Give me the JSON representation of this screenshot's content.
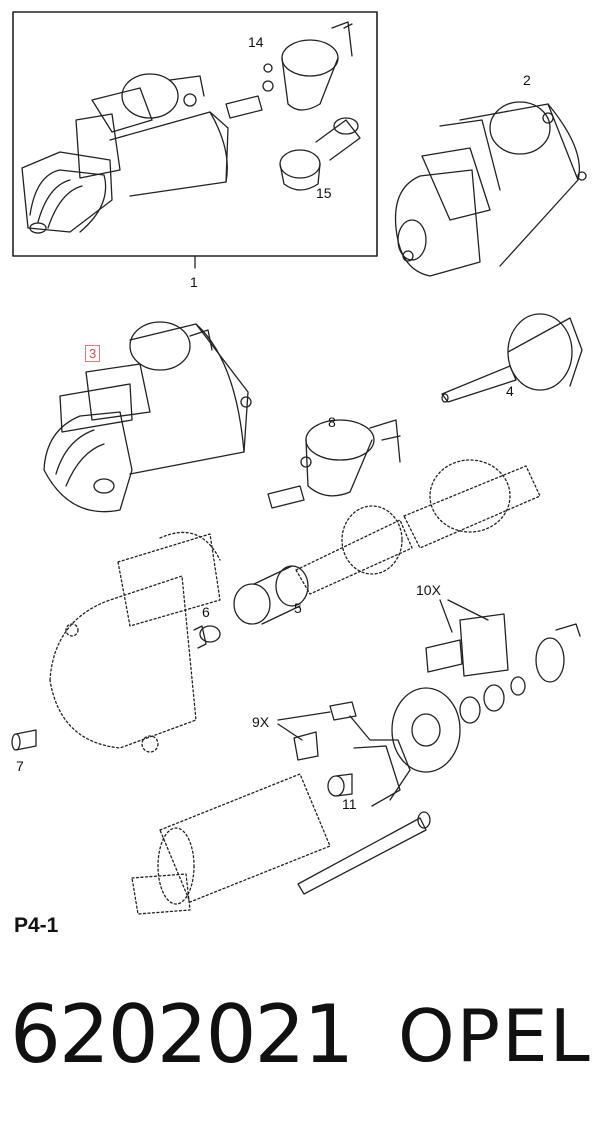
{
  "diagram": {
    "callouts": [
      "14",
      "2",
      "15",
      "1",
      "3",
      "4",
      "8",
      "6",
      "5",
      "10X",
      "7",
      "9X",
      "11"
    ],
    "highlighted_callout": "3",
    "highlight_color": "#e07a7a"
  },
  "footer": {
    "sheet_label": "P4-1",
    "part_number": "6202021",
    "brand": "OPEL"
  }
}
